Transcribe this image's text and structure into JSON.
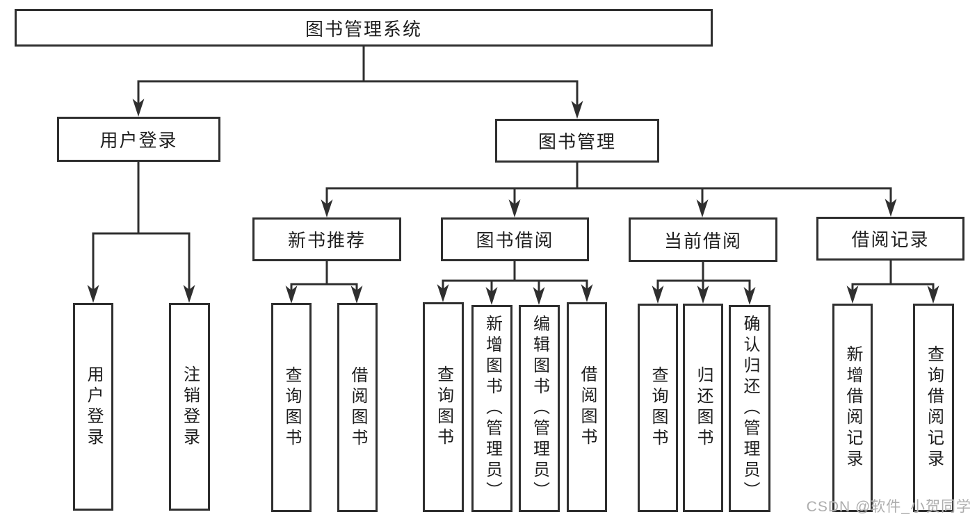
{
  "diagram": {
    "type": "hierarchy-tree",
    "root": {
      "label": "图书管理系统",
      "children": [
        {
          "label": "用户登录",
          "children": [
            {
              "label": "用户登录"
            },
            {
              "label": "注销登录"
            }
          ]
        },
        {
          "label": "图书管理",
          "children": [
            {
              "label": "新书推荐",
              "children": [
                {
                  "label": "查询图书"
                },
                {
                  "label": "借阅图书"
                }
              ]
            },
            {
              "label": "图书借阅",
              "children": [
                {
                  "label": "查询图书"
                },
                {
                  "label": "新增图书（管理员）"
                },
                {
                  "label": "编辑图书（管理员）"
                },
                {
                  "label": "借阅图书"
                }
              ]
            },
            {
              "label": "当前借阅",
              "children": [
                {
                  "label": "查询图书"
                },
                {
                  "label": "归还图书"
                },
                {
                  "label": "确认归还（管理员）"
                }
              ]
            },
            {
              "label": "借阅记录",
              "children": [
                {
                  "label": "新增借阅记录"
                },
                {
                  "label": "查询借阅记录"
                }
              ]
            }
          ]
        }
      ]
    }
  },
  "watermark": "CSDN @软件_小贺同学",
  "colors": {
    "line": "#2f2f2f",
    "box_border": "#2f2f2f",
    "box_fill": "#ffffff",
    "text": "#1d1d1d",
    "watermark": "#adadad",
    "background": "#ffffff"
  }
}
